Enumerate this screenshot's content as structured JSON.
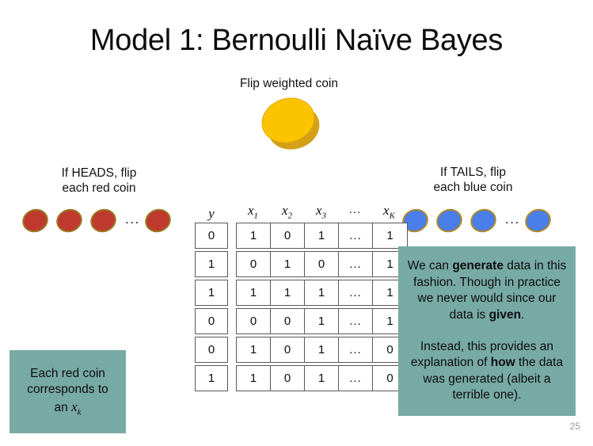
{
  "slide": {
    "title": "Model 1: Bernoulli Naïve Bayes",
    "page_number": "25",
    "background_color": "#ffffff",
    "accent_color": "#78aaa5"
  },
  "captions": {
    "flip_coin": "Flip weighted coin",
    "heads_line1": "If HEADS, flip",
    "heads_line2": "each red coin",
    "tails_line1": "If TAILS, flip",
    "tails_line2": "each blue coin"
  },
  "coins": {
    "weighted_coin_color": "#fcc400",
    "weighted_coin_shadow": "#d4a017",
    "red_coin_color": "#c0392f",
    "red_coin_edge": "#9a7a22",
    "blue_coin_color": "#4a7ee8",
    "blue_coin_edge": "#b08a28",
    "red_count": 3,
    "blue_count": 3,
    "ellipsis": "...",
    "trailing_coin": 1
  },
  "table": {
    "label_y": "y",
    "headers_x": [
      "x1",
      "x2",
      "x3",
      "...",
      "xK"
    ],
    "header_display": [
      {
        "base": "x",
        "sub": "1"
      },
      {
        "base": "x",
        "sub": "2"
      },
      {
        "base": "x",
        "sub": "3"
      },
      {
        "base": "...",
        "sub": ""
      },
      {
        "base": "x",
        "sub": "K"
      }
    ],
    "rows": [
      {
        "y": "0",
        "x": [
          "1",
          "0",
          "1",
          "...",
          "1"
        ]
      },
      {
        "y": "1",
        "x": [
          "0",
          "1",
          "0",
          "...",
          "1"
        ]
      },
      {
        "y": "1",
        "x": [
          "1",
          "1",
          "1",
          "...",
          "1"
        ]
      },
      {
        "y": "0",
        "x": [
          "0",
          "0",
          "1",
          "...",
          "1"
        ]
      },
      {
        "y": "0",
        "x": [
          "1",
          "0",
          "1",
          "...",
          "0"
        ]
      },
      {
        "y": "1",
        "x": [
          "1",
          "0",
          "1",
          "...",
          "0"
        ]
      }
    ]
  },
  "left_note": {
    "line1": "Each red coin",
    "line2": "corresponds to",
    "line3_prefix": "an ",
    "line3_var": "x",
    "line3_sub": "k"
  },
  "right_note": {
    "p1_a": "We can ",
    "p1_bold1": "generate",
    "p1_b": " data in this fashion. Though in practice we never would since our data is ",
    "p1_bold2": "given",
    "p1_c": ".",
    "p2_a": "Instead, this provides an explanation of ",
    "p2_bold1": "how",
    "p2_b": " the data was generated (albeit a terrible one)."
  }
}
